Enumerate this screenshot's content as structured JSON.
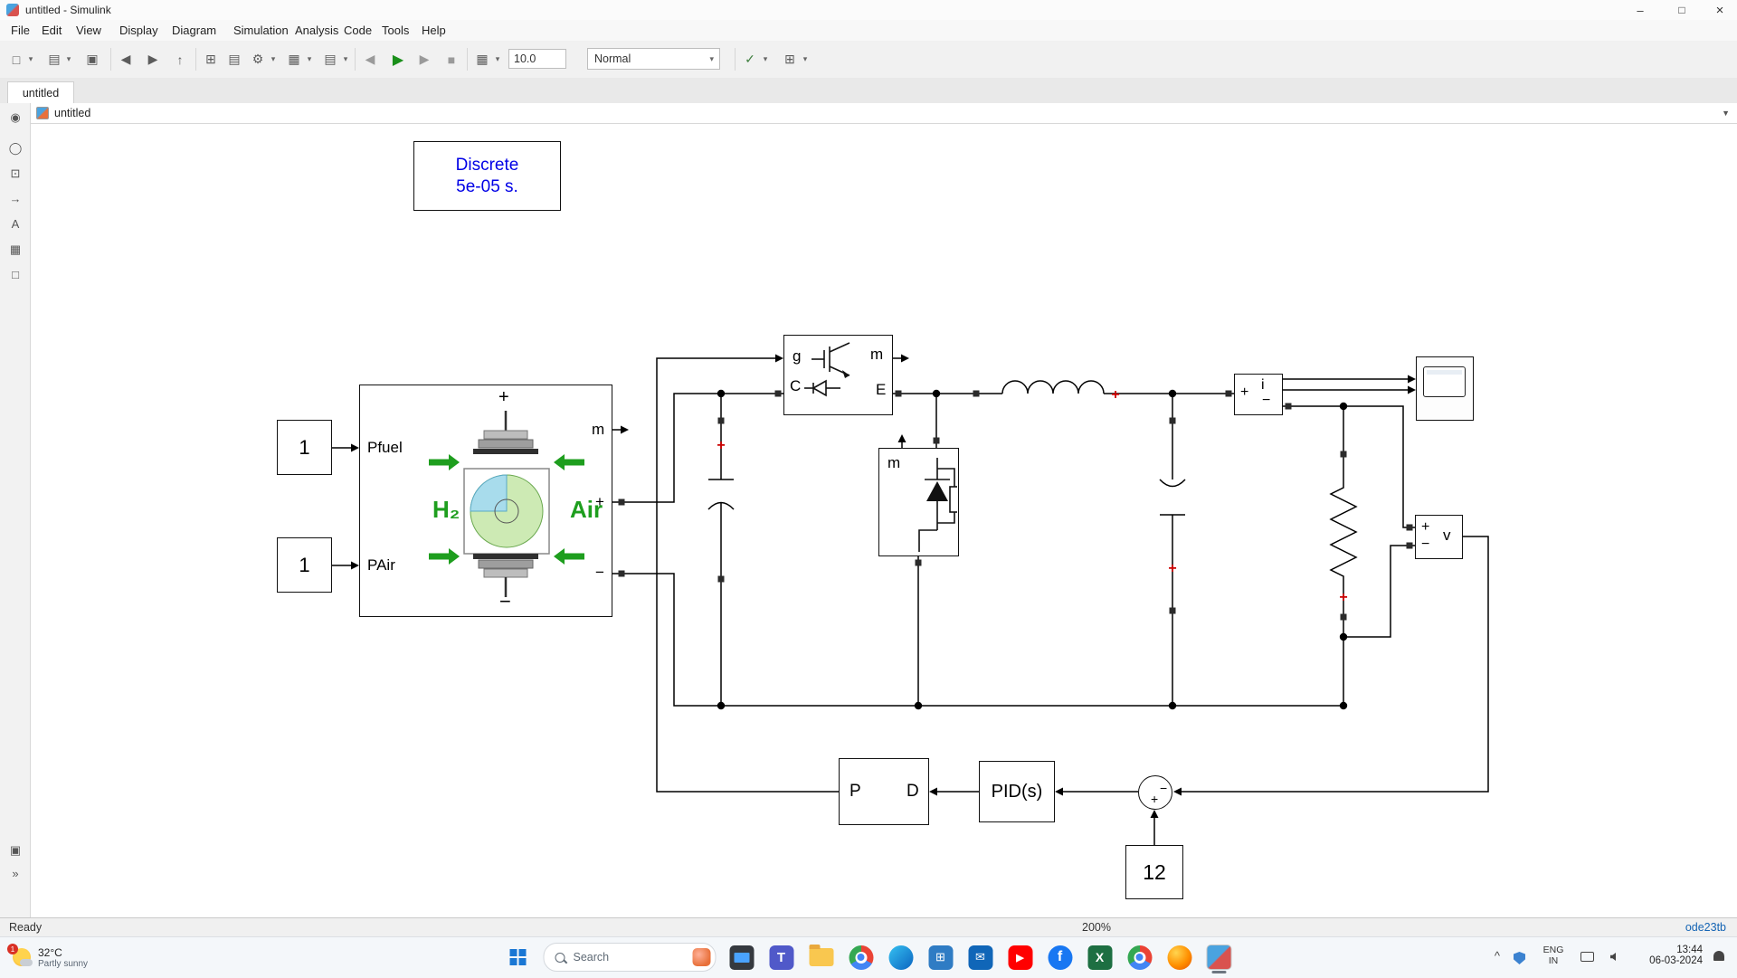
{
  "window": {
    "title": "untitled - Simulink",
    "min": "–",
    "max": "□",
    "close": "×"
  },
  "menu": {
    "items": [
      "File",
      "Edit",
      "View",
      "Display",
      "Diagram",
      "Simulation",
      "Analysis",
      "Code",
      "Tools",
      "Help"
    ]
  },
  "toolbar": {
    "sim_stop_time": "10.0",
    "sim_mode": "Normal",
    "glyphs": {
      "new": "□",
      "open": "▤",
      "save": "▣",
      "dd": "▾",
      "back": "◀",
      "fwd": "▶",
      "up": "↑",
      "lib": "⊞",
      "windows": "▤",
      "gear": "⚙",
      "chart": "▦",
      "print": "▤",
      "step_back": "◀",
      "run": "▶",
      "step_fwd": "▶",
      "stop": "■",
      "manager": "▦",
      "check": "✓",
      "grid": "⊞",
      "select_arrow": "▼"
    }
  },
  "tab": {
    "label": "untitled"
  },
  "breadcrumb": {
    "label": "untitled",
    "chevron": "▼"
  },
  "sidebar": {
    "icons": [
      "◉",
      "◯",
      "⊡",
      "→",
      "A",
      "▦",
      "□"
    ],
    "bottom": [
      "▣",
      "»"
    ]
  },
  "blocks": {
    "powergui": {
      "line1": "Discrete",
      "line2": "5e-05 s."
    },
    "const_pfuel": "1",
    "const_pair": "1",
    "const_ref": "12",
    "fuelcell": {
      "pfuel": "Pfuel",
      "pair": "PAir",
      "m": "m",
      "plus": "+",
      "minus": "−",
      "h2": "H₂",
      "air": "Air",
      "top": "+",
      "bottom": "−"
    },
    "igbt": {
      "g": "g",
      "m": "m",
      "c": "C",
      "e": "E"
    },
    "diode": {
      "m": "m"
    },
    "imeas": {
      "plus": "+",
      "i": "i",
      "minus": "−"
    },
    "vmeas": {
      "plus": "+",
      "v": "v",
      "minus": "−"
    },
    "pid": "PID(s)",
    "pwm": {
      "p": "P",
      "d": "D"
    },
    "sum": {
      "plus": "+",
      "minus": "−"
    },
    "polarity": "+"
  },
  "status": {
    "ready": "Ready",
    "zoom": "200%",
    "solver": "ode23tb"
  },
  "taskbar": {
    "weather": {
      "temp": "32°C",
      "condition": "Partly sunny",
      "badge": "1"
    },
    "search": {
      "label": "Search"
    },
    "apps": {
      "teams": "T",
      "store": "⊞",
      "outlook": "✉",
      "youtube": "▶",
      "facebook": "f",
      "excel": "X"
    },
    "tray": {
      "expand": "^",
      "lang": "ENG",
      "region": "IN",
      "time": "13:44",
      "date": "06-03-2024"
    }
  }
}
